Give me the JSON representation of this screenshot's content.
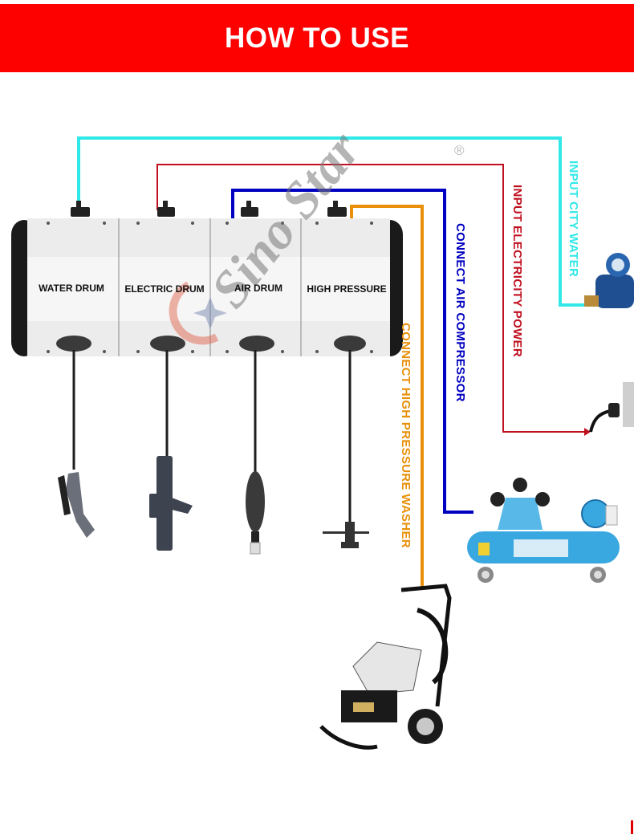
{
  "header": {
    "title": "HOW TO USE",
    "background_color": "#fd0000"
  },
  "reel_unit": {
    "drums": [
      {
        "label": "WATER DRUM",
        "tool": "spray-nozzle"
      },
      {
        "label": "ELECTRIC DRUM",
        "tool": "power-tool"
      },
      {
        "label": "AIR DRUM",
        "tool": "air-coupler"
      },
      {
        "label": "HIGH PRESSURE",
        "tool": "pressure-lance"
      }
    ]
  },
  "connections": [
    {
      "label": "INPUT CITY WATER",
      "color": "#30e8e8",
      "source": "water-meter"
    },
    {
      "label": "INPUT ELECTRICITY POWER",
      "color": "#c01020",
      "source": "power-plug"
    },
    {
      "label": "CONNECT AIR COMPRESSOR",
      "color": "#0000c0",
      "source": "air-compressor"
    },
    {
      "label": "CONNECT HIGH PRESSURE WASHER",
      "color": "#e8900a",
      "source": "pressure-washer"
    }
  ],
  "watermark": {
    "brand": "Sino Star",
    "registered": "®"
  }
}
